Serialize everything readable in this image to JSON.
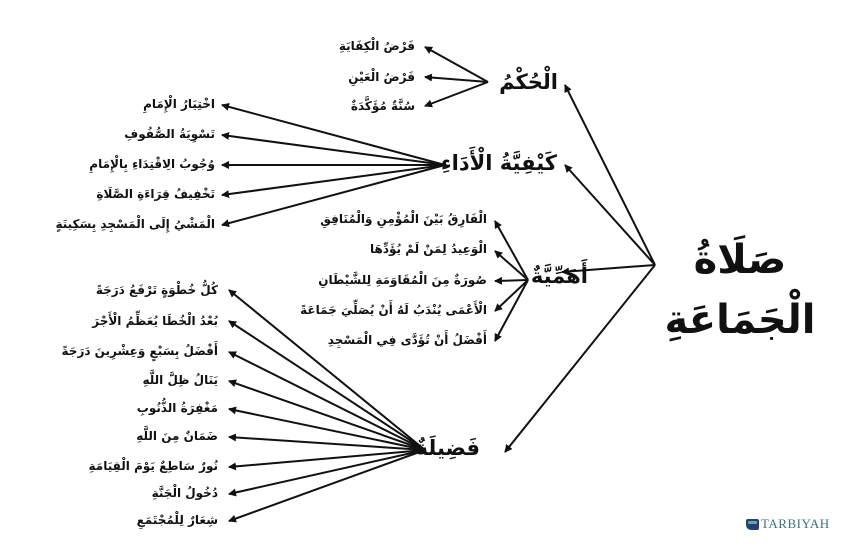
{
  "title": {
    "line1": "صَلَاةُ",
    "line2": "الْجَمَاعَةِ"
  },
  "branches": {
    "hukm": {
      "label": "الْحُكْمُ",
      "items": [
        "فَرْضُ الْكِفَايَةِ",
        "فَرْضُ الْعَيْنِ",
        "سُنَّةٌ مُؤَكَّدَةٌ"
      ]
    },
    "kayfiyya": {
      "label": "كَيْفِيَّةُ الْأَدَاءِ",
      "items": [
        "اخْتِيَارُ الْإِمَامِ",
        "تَسْوِيَةُ الصُّفُوفِ",
        "وُجُوبُ الِاقْتِدَاءِ بِالْإِمَامِ",
        "تَخْفِيفُ قِرَاءَةِ الصَّلَاةِ",
        "الْمَشْيُ إِلَى الْمَسْجِدِ بِسَكِينَةٍ"
      ]
    },
    "ahammiya": {
      "label": "أَهَمِّيَّةٌ",
      "items": [
        "الْفَارِقُ بَيْنَ الْمُؤْمِنِ وَالْمُنَافِقِ",
        "الْوَعِيدُ لِمَنْ لَمْ يُؤَدِّهَا",
        "صُورَةٌ مِنَ الْمُقَاوَمَةِ لِلشَّيْطَانِ",
        "الْأَعْمَى يُنْدَبُ لَهُ أَنْ يُصَلِّيَ جَمَاعَةً",
        "أَفْضَلُ أَنْ تُؤَدَّى فِي الْمَسْجِدِ"
      ]
    },
    "fadila": {
      "label": "فَضِيلَةٌ",
      "items": [
        "كُلُّ خُطْوَةٍ تَرْفَعُ دَرَجَةً",
        "بُعْدُ الْخُطَا يُعَظِّمُ الْأَجْرَ",
        "أَفْضَلُ بِسَبْعٍ وَعِشْرِينَ دَرَجَةً",
        "يَنَالُ ظِلَّ اللَّهِ",
        "مَغْفِرَةُ الذُّنُوبِ",
        "ضَمَانٌ مِنَ اللَّهِ",
        "نُورٌ سَاطِعٌ يَوْمَ الْقِيَامَةِ",
        "دُخُولُ الْجَنَّةِ",
        "شِعَارٌ لِلْمُجْتَمَعِ"
      ]
    }
  },
  "logo": {
    "text": "TARBIYAH"
  },
  "colors": {
    "ink": "#111111",
    "logo_blue": "#2a3d74",
    "logo_teal": "#5fa8a4"
  }
}
